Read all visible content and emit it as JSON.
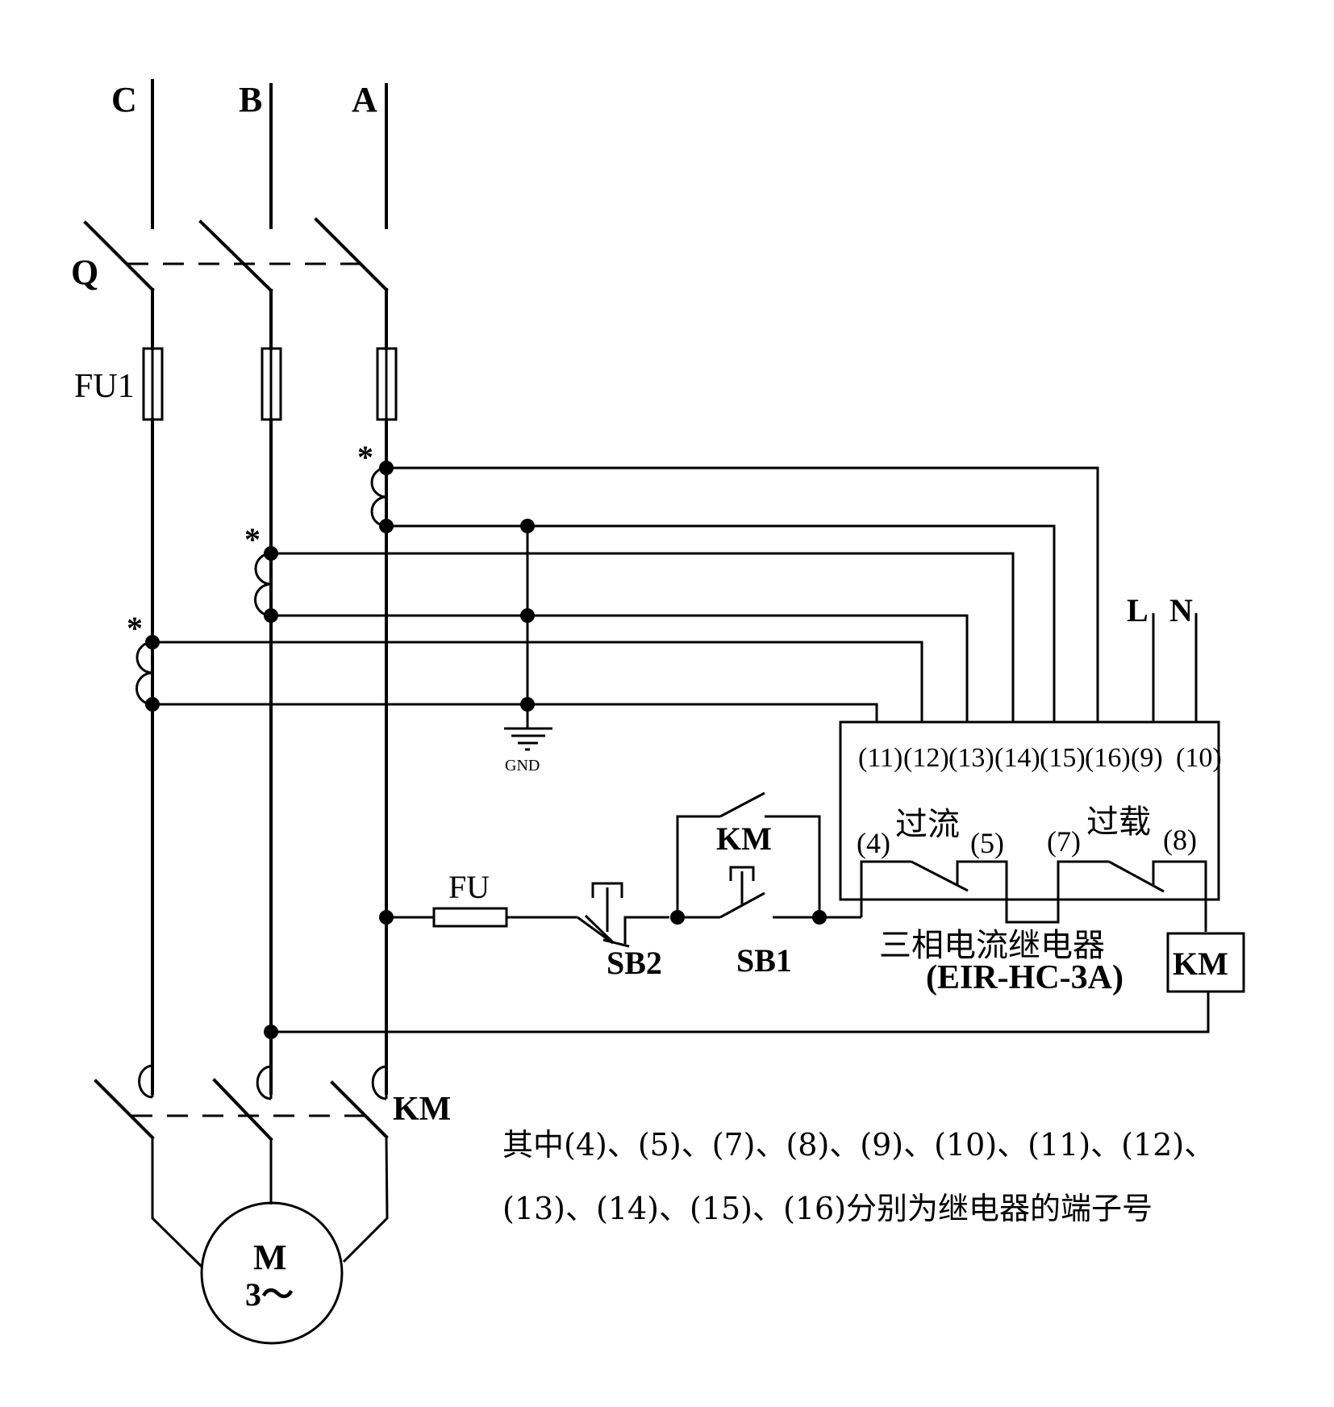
{
  "phases": {
    "c": "C",
    "b": "B",
    "a": "A"
  },
  "breaker_label": "Q",
  "main_fuse_label": "FU1",
  "ct_polarity_mark": "*",
  "ground_label": "GND",
  "supply": {
    "l": "L",
    "n": "N"
  },
  "relay": {
    "terminals": [
      "(11)",
      "(12)",
      "(13)",
      "(14)",
      "(15)",
      "(16)",
      "(9)",
      "(10)"
    ],
    "overcurrent": {
      "label": "过流",
      "t_in": "(4)",
      "t_out": "(5)"
    },
    "overload": {
      "label": "过载",
      "t_in": "(7)",
      "t_out": "(8)"
    },
    "name": "三相电流继电器",
    "model": "(EIR-HC-3A)"
  },
  "control": {
    "fuse_label": "FU",
    "stop_button": "SB2",
    "start_button": "SB1",
    "aux_contact": "KM",
    "coil": "KM"
  },
  "contactor_label": "KM",
  "motor": {
    "line1": "M",
    "line2": "3～"
  },
  "note": {
    "line1": "其中(4)、(5)、(7)、(8)、(9)、(10)、(11)、(12)、",
    "line2": "(13)、(14)、(15)、(16)分别为继电器的端子号"
  }
}
